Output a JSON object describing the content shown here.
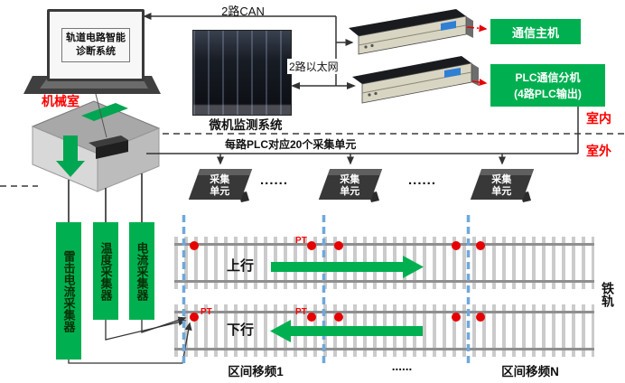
{
  "colors": {
    "green": "#00B050",
    "red": "#FF0000",
    "blue_dashed": "#6FA8DC",
    "unit_dark": "#383838"
  },
  "top": {
    "laptop_screen_text": "轨道电路智能诊断系统",
    "can_label": "2路CAN",
    "ethernet_label": "2路以太网",
    "monitor_system_label": "微机监测系统",
    "comm_host_label": "通信主机",
    "plc_box_line1": "PLC通信分机",
    "plc_box_line2": "(4路PLC输出)",
    "indoor_label": "室内",
    "outdoor_label": "室外",
    "machine_room_label": "机械室"
  },
  "middle": {
    "plc_note": "每路PLC对应20个采集单元",
    "collector_units": [
      {
        "label": "采集单元"
      },
      {
        "label": "采集单元"
      },
      {
        "label": "采集单元"
      }
    ],
    "ellipsis_1": "......",
    "ellipsis_2": "......"
  },
  "track": {
    "up_label": "上行",
    "down_label": "下行",
    "pt_upper": "PT",
    "pt_lower_1": "PT",
    "pt_lower_2": "PT",
    "rail_label": "铁轨"
  },
  "left_collectors": [
    {
      "label": "雷击电流采集器"
    },
    {
      "label": "温度采集器"
    },
    {
      "label": "电流采集器"
    }
  ],
  "bottom": {
    "section_1": "区间移频1",
    "ellipsis": "......",
    "section_n": "区间移频N"
  }
}
